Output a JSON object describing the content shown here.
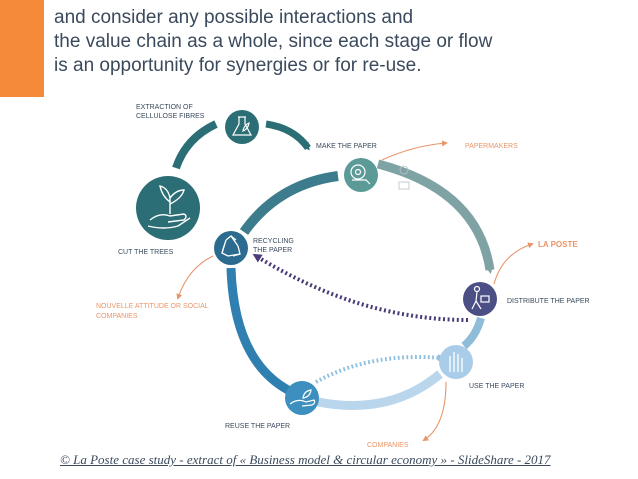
{
  "intro": {
    "lines": [
      "and consider any possible interactions and",
      "the value chain as a whole, since each stage or flow",
      "is an opportunity for synergies or for re-use."
    ]
  },
  "stages": {
    "extraction": [
      "EXTRACTION OF",
      "CELLULOSE FIBRES"
    ],
    "make": "MAKE THE PAPER",
    "cut": "CUT THE TREES",
    "recycling": [
      "RECYCLING",
      "THE PAPER"
    ],
    "distribute": "DISTRIBUTE THE PAPER",
    "use": "USE THE PAPER",
    "reuse": "REUSE THE PAPER"
  },
  "actors": {
    "papermakers": "PAPERMAKERS",
    "la_poste": "LA POSTE",
    "nouvelle": [
      "NOUVELLE ATTITUDE OR SOCIAL",
      "COMPANIES"
    ],
    "companies": "COMPANIES"
  },
  "icons": {
    "extraction": "flask-leaf-icon",
    "trees": "hand-sprout-icon",
    "make": "paper-roll-icon",
    "recycling": "recycle-icon",
    "distribute": "mail-carrier-icon",
    "use": "hand-icon",
    "reuse": "hand-leaf-icon"
  },
  "footer": {
    "text": "© La Poste case study - extract of « Business model & circular economy » - SlideShare - 2017"
  },
  "colors": {
    "accent": "#f58a3a",
    "dark_teal": "#2c6e75",
    "gray_teal": "#7fa3a4",
    "mid_blue": "#2f7fb0",
    "light_blue": "#b9d6ec",
    "purple": "#4b3b78",
    "orange_text": "#e9956a",
    "text": "#3a4a5c"
  }
}
